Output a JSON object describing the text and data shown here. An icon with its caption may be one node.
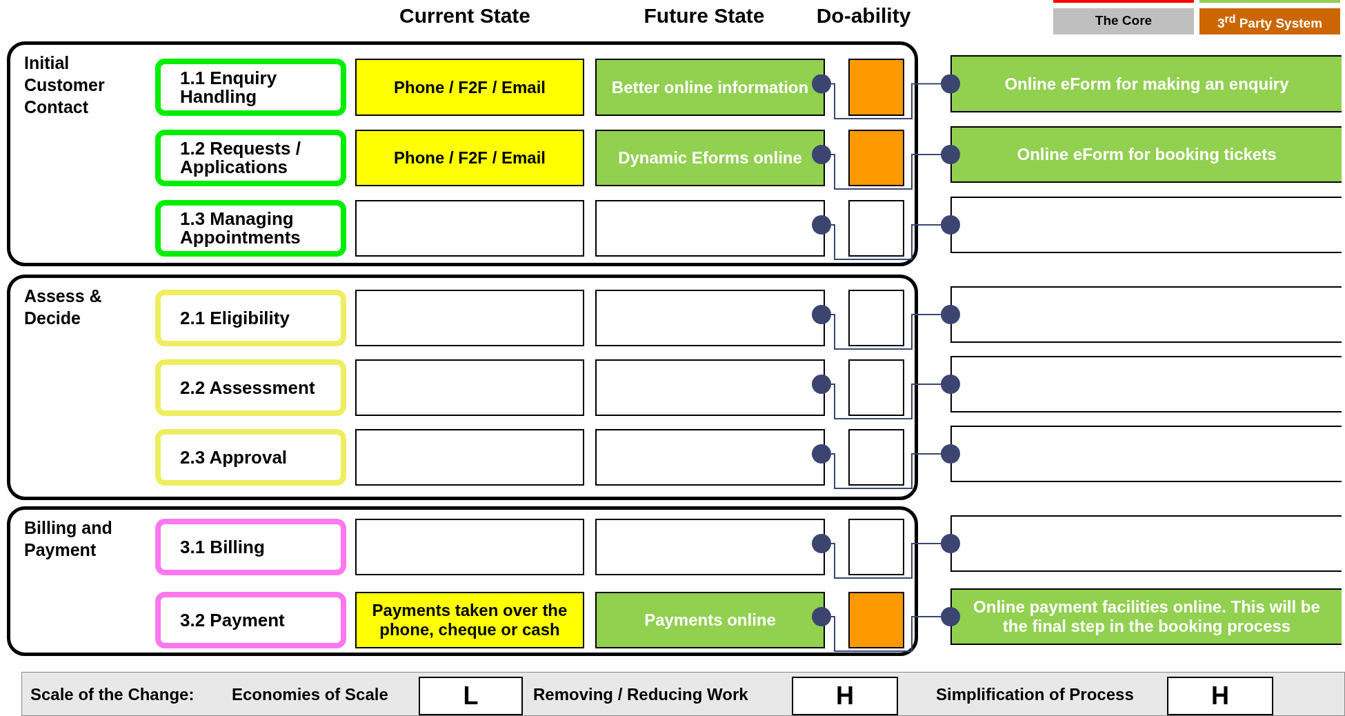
{
  "diagram": {
    "nodes": [
      {
        "text": [
          "Initial Customer Contact"
        ]
      },
      {
        "text": [
          "1.1 Enquiry Handling"
        ],
        "in": 0
      },
      {
        "text": [
          "Phone / F2F / Email"
        ],
        "in": 0
      },
      {
        "text": [
          "Better online information"
        ],
        "in": 0
      },
      {
        "text": [],
        "shape": "box",
        "in": 0
      },
      {
        "text": [
          "Online eForm for making an enquiry"
        ]
      },
      {
        "text": [
          "1.2 Requests / Applications"
        ],
        "in": 0
      },
      {
        "text": [
          "Phone / F2F / Email"
        ],
        "in": 0
      },
      {
        "text": [
          "Dynamic Eforms online"
        ],
        "in": 0
      },
      {
        "text": [],
        "shape": "box",
        "in": 0
      },
      {
        "text": [
          "Online eForm for booking tickets"
        ]
      },
      {
        "text": [
          "1.3 Managing Appointments"
        ],
        "in": 0
      },
      {
        "text": [],
        "shape": "box",
        "in": 0
      },
      {
        "text": [],
        "shape": "box",
        "in": 0
      },
      {
        "text": [],
        "shape": "box",
        "in": 0
      },
      {
        "text": [],
        "shape": "box"
      },
      {
        "text": [
          "Assess & Decide"
        ]
      },
      {
        "text": [
          "2.1 Eligibility"
        ],
        "in": 16
      },
      {
        "text": [],
        "shape": "box",
        "in": 16
      },
      {
        "text": [],
        "shape": "box",
        "in": 16
      },
      {
        "text": [],
        "shape": "box",
        "in": 16
      },
      {
        "text": [],
        "shape": "box"
      },
      {
        "text": [
          "2.2 Assessment"
        ],
        "in": 16
      },
      {
        "text": [],
        "shape": "box",
        "in": 16
      },
      {
        "text": [],
        "shape": "box",
        "in": 16
      },
      {
        "text": [],
        "shape": "box",
        "in": 16
      },
      {
        "text": [],
        "shape": "box"
      },
      {
        "text": [
          "2.3 Approval"
        ],
        "in": 16
      },
      {
        "text": [],
        "shape": "box",
        "in": 16
      },
      {
        "text": [],
        "shape": "box",
        "in": 16
      },
      {
        "text": [],
        "shape": "box",
        "in": 16
      },
      {
        "text": [],
        "shape": "box"
      },
      {
        "text": [
          "Billing and Payment"
        ]
      },
      {
        "text": [
          "3.1 Billing"
        ],
        "in": 32
      },
      {
        "text": [],
        "shape": "box",
        "in": 32
      },
      {
        "text": [],
        "shape": "box",
        "in": 32
      },
      {
        "text": [],
        "shape": "box",
        "in": 32
      },
      {
        "text": [],
        "shape": "box"
      },
      {
        "text": [
          "3.2 Payment"
        ],
        "in": 32
      },
      {
        "text": [
          "Payments taken over the phone, cheque or cash"
        ],
        "in": 32
      },
      {
        "text": [
          "Payments online"
        ],
        "in": 32
      },
      {
        "text": [],
        "shape": "box",
        "in": 32
      },
      {
        "text": [
          "Online payment facilities online. This will be the final step in the booking process"
        ]
      },
      {
        "text": [
          "Scale of the Change:",
          "Economies of Scale",
          "Removing / Reducing Work",
          "Simplification of Process"
        ]
      },
      {
        "text": [
          "L"
        ],
        "in": 43
      },
      {
        "text": [
          "H"
        ],
        "in": 43
      },
      {
        "text": [
          "H"
        ],
        "in": 43
      }
    ],
    "edges": [
      {
        "from": 3,
        "to": 5,
        "arrow": "other"
      },
      {
        "from": 8,
        "to": 10,
        "arrow": "other"
      },
      {
        "from": 13,
        "to": 15,
        "arrow": "other"
      },
      {
        "from": 19,
        "to": 21,
        "arrow": "other"
      },
      {
        "from": 24,
        "to": 26,
        "arrow": "other"
      },
      {
        "from": 29,
        "to": 31,
        "arrow": "other"
      },
      {
        "from": 35,
        "to": 37,
        "arrow": "other"
      },
      {
        "from": 40,
        "to": 42,
        "arrow": "other"
      }
    ],
    "labels": [
      "Current State",
      "Future State",
      "Do-ability"
    ],
    "legend": [
      {
        "text": "The Core",
        "color": "#bfbfbf"
      },
      {
        "text": "3$^{rd}$ Party System",
        "color": "#cc6600"
      }
    ]
  }
}
